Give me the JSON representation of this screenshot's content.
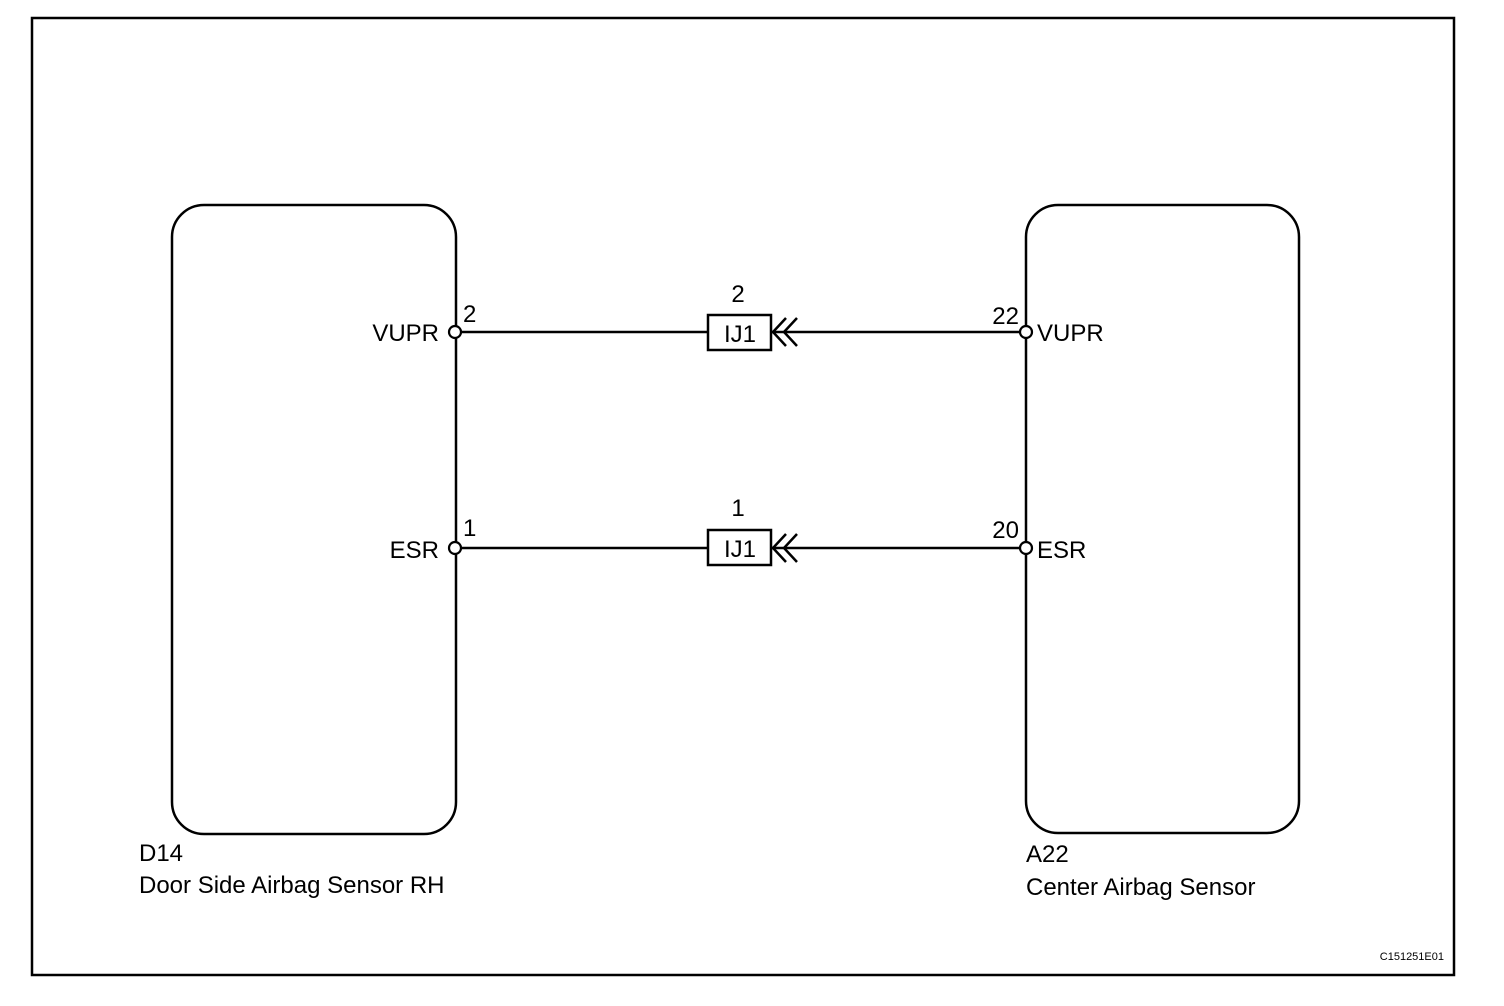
{
  "left_component": {
    "code": "D14",
    "name": "Door Side Airbag Sensor RH",
    "pins": [
      {
        "number": "2",
        "signal": "VUPR"
      },
      {
        "number": "1",
        "signal": "ESR"
      }
    ]
  },
  "right_component": {
    "code": "A22",
    "name": "Center Airbag Sensor",
    "pins": [
      {
        "number": "22",
        "signal": "VUPR"
      },
      {
        "number": "20",
        "signal": "ESR"
      }
    ]
  },
  "connectors": [
    {
      "label": "IJ1",
      "pin": "2"
    },
    {
      "label": "IJ1",
      "pin": "1"
    }
  ],
  "figure_id": "C151251E01"
}
